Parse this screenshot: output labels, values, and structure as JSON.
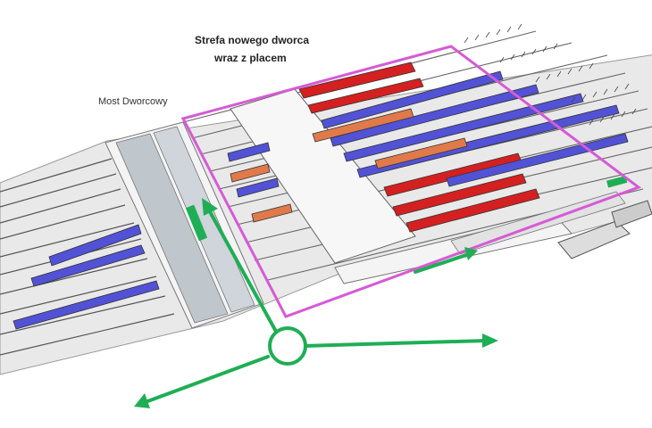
{
  "labels": {
    "zone_title_line1": "Strefa nowego dworca",
    "zone_title_line2": "wraz z placem",
    "bridge": "Most Dworcowy"
  },
  "colors": {
    "background": "#ffffff",
    "zone_outline": "#d65ad6",
    "access_arrow": "#1fae55",
    "platform_red": "#d42020",
    "platform_blue": "#5252d6",
    "platform_orange": "#e07a4a",
    "bridge_deck": "#bfc6cc",
    "concourse_slab": "#f4f4f4",
    "track_bed": "#d9d9d9",
    "rail": "#555555"
  },
  "icons": {
    "hub": "circle-hub-icon",
    "arrow": "arrow-icon"
  }
}
